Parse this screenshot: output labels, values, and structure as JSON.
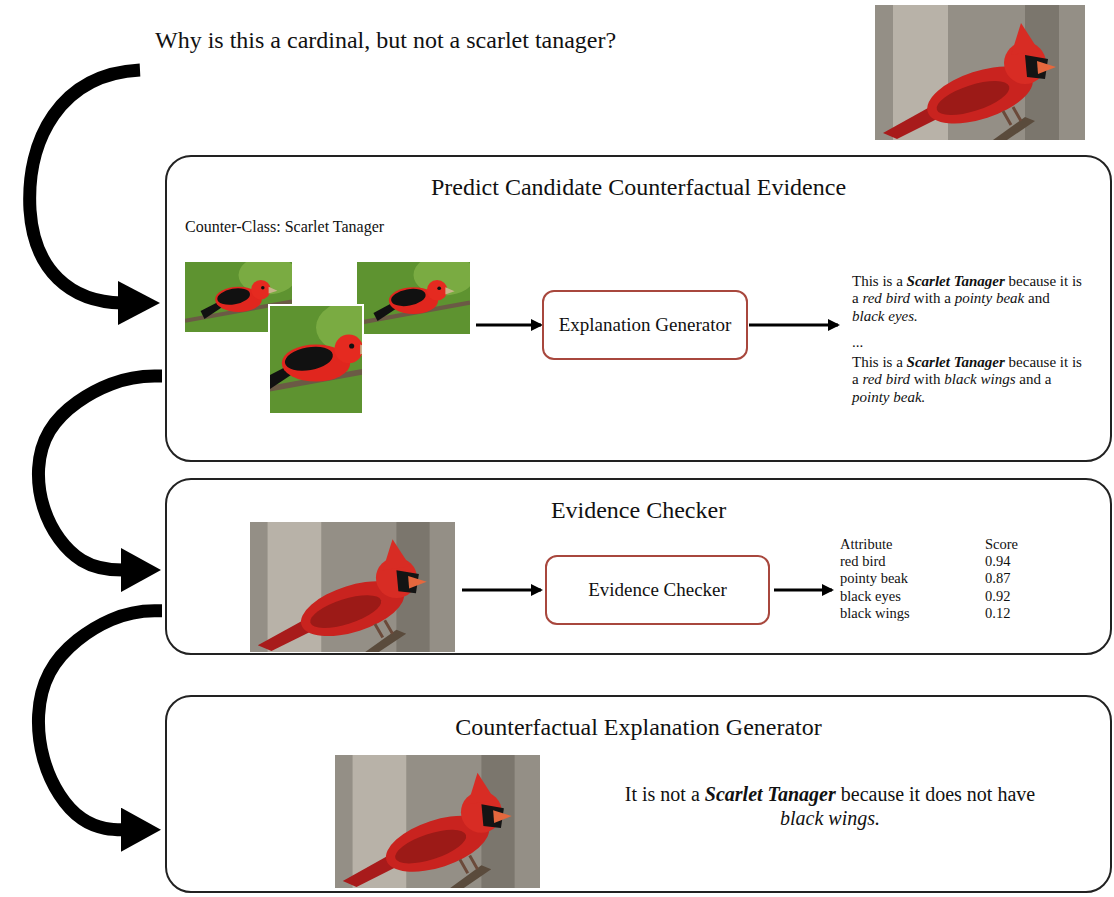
{
  "diagram": {
    "title": "Why is this a cardinal, but not a scarlet tanager?",
    "nodes": [
      {
        "text": [
          "Predict Candidate Counterfactual Evidence"
        ]
      },
      {
        "text": [
          "Explanation Generator"
        ],
        "in": 0
      },
      {
        "text": [
          "Evidence Checker"
        ]
      },
      {
        "text": [
          "Evidence Checker"
        ],
        "in": 2
      },
      {
        "text": [
          "Counterfactual Explanation Generator"
        ]
      }
    ],
    "edges": [
      {
        "from": 0,
        "to": 2,
        "arrow": "to"
      },
      {
        "from": 2,
        "to": 4,
        "arrow": "to"
      }
    ],
    "labels": [
      "Counter-Class: Scarlet Tanager",
      "This is a Scarlet Tanager because it is a red bird with a pointy beak and black eyes.",
      "...",
      "This is a Scarlet Tanager because it is a red bird with black wings and a pointy beak.",
      "Attribute",
      "Score",
      "red bird",
      "0.94",
      "pointy beak",
      "0.87",
      "black eyes",
      "0.92",
      "black wings",
      "0.12",
      "It is not a Scarlet Tanager because it does not have black wings."
    ]
  }
}
